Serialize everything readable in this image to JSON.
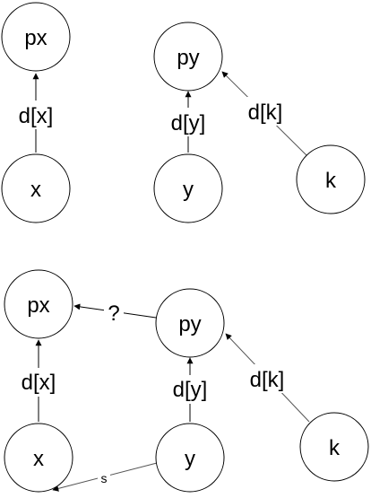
{
  "diagram": {
    "top": {
      "nodes": {
        "px": "px",
        "py": "py",
        "x": "x",
        "y": "y",
        "k": "k"
      },
      "edges": {
        "x_px": "d[x]",
        "y_py": "d[y]",
        "k_py": "d[k]"
      }
    },
    "bottom": {
      "nodes": {
        "px": "px",
        "py": "py",
        "x": "x",
        "y": "y",
        "k": "k"
      },
      "edges": {
        "x_px": "d[x]",
        "y_py": "d[y]",
        "k_py": "d[k]",
        "py_px": "?",
        "y_x": "s"
      }
    }
  }
}
